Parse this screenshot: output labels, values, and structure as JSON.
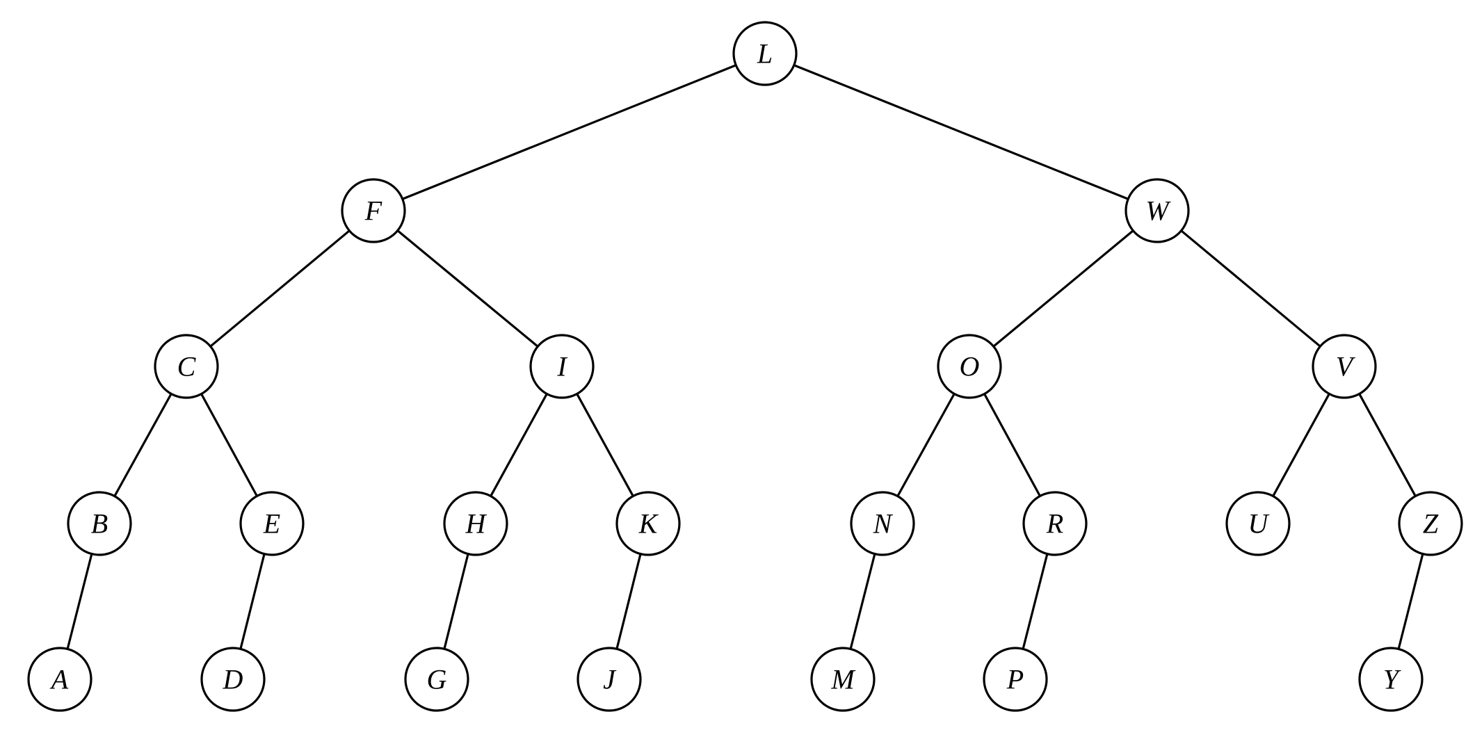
{
  "tree": {
    "root": "L",
    "nodes": [
      {
        "id": "L",
        "label": "L",
        "children": [
          "F",
          "W"
        ]
      },
      {
        "id": "F",
        "label": "F",
        "children": [
          "C",
          "I"
        ]
      },
      {
        "id": "W",
        "label": "W",
        "children": [
          "O",
          "V"
        ]
      },
      {
        "id": "C",
        "label": "C",
        "children": [
          "B",
          "E"
        ]
      },
      {
        "id": "I",
        "label": "I",
        "children": [
          "H",
          "K"
        ]
      },
      {
        "id": "O",
        "label": "O",
        "children": [
          "N",
          "R"
        ]
      },
      {
        "id": "V",
        "label": "V",
        "children": [
          "U",
          "Z"
        ]
      },
      {
        "id": "B",
        "label": "B",
        "children": [
          "A"
        ]
      },
      {
        "id": "E",
        "label": "E",
        "children": [
          "D"
        ]
      },
      {
        "id": "H",
        "label": "H",
        "children": [
          "G"
        ]
      },
      {
        "id": "K",
        "label": "K",
        "children": [
          "J"
        ]
      },
      {
        "id": "N",
        "label": "N",
        "children": [
          "M"
        ]
      },
      {
        "id": "R",
        "label": "R",
        "children": [
          "P"
        ]
      },
      {
        "id": "U",
        "label": "U",
        "children": []
      },
      {
        "id": "Z",
        "label": "Z",
        "children": [
          "Y"
        ]
      },
      {
        "id": "A",
        "label": "A",
        "children": []
      },
      {
        "id": "D",
        "label": "D",
        "children": []
      },
      {
        "id": "G",
        "label": "G",
        "children": []
      },
      {
        "id": "J",
        "label": "J",
        "children": []
      },
      {
        "id": "M",
        "label": "M",
        "children": []
      },
      {
        "id": "P",
        "label": "P",
        "children": []
      },
      {
        "id": "Y",
        "label": "Y",
        "children": []
      }
    ]
  }
}
